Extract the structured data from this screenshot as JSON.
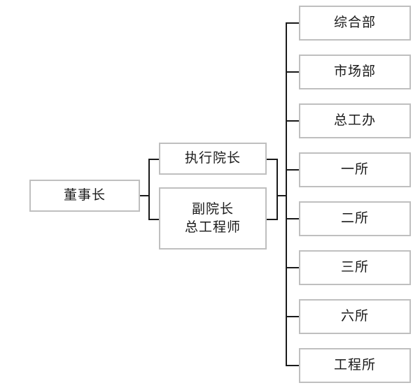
{
  "chart_data": {
    "type": "diagram",
    "title": "",
    "diagram_kind": "organizational-chart",
    "orientation": "left-to-right",
    "levels": 3,
    "colors": {
      "box_border": "#bfbfbf",
      "box_fill": "#ffffff",
      "connector": "#1a1a1a",
      "text": "#1a1a1a",
      "background": "#ffffff"
    },
    "nodes": [
      {
        "id": "chairman",
        "label": "董事长",
        "level": 1
      },
      {
        "id": "executive-dean",
        "label": "执行院长",
        "level": 2
      },
      {
        "id": "vice-dean-chief-engineer",
        "label": "副院长 总工程师",
        "level": 2
      },
      {
        "id": "general-affairs",
        "label": "综合部",
        "level": 3
      },
      {
        "id": "marketing",
        "label": "市场部",
        "level": 3
      },
      {
        "id": "chief-engineer-office",
        "label": "总工办",
        "level": 3
      },
      {
        "id": "institute-1",
        "label": "一所",
        "level": 3
      },
      {
        "id": "institute-2",
        "label": "二所",
        "level": 3
      },
      {
        "id": "institute-3",
        "label": "三所",
        "level": 3
      },
      {
        "id": "institute-6",
        "label": "六所",
        "level": 3
      },
      {
        "id": "engineering-institute",
        "label": "工程所",
        "level": 3
      }
    ],
    "edges": [
      {
        "from": "chairman",
        "to": "executive-dean"
      },
      {
        "from": "chairman",
        "to": "vice-dean-chief-engineer"
      },
      {
        "from": "executive-dean",
        "to": "general-affairs"
      },
      {
        "from": "executive-dean",
        "to": "marketing"
      },
      {
        "from": "executive-dean",
        "to": "chief-engineer-office"
      },
      {
        "from": "executive-dean",
        "to": "institute-1"
      },
      {
        "from": "executive-dean",
        "to": "institute-2"
      },
      {
        "from": "executive-dean",
        "to": "institute-3"
      },
      {
        "from": "executive-dean",
        "to": "institute-6"
      },
      {
        "from": "executive-dean",
        "to": "engineering-institute"
      },
      {
        "from": "vice-dean-chief-engineer",
        "to": "general-affairs"
      },
      {
        "from": "vice-dean-chief-engineer",
        "to": "marketing"
      },
      {
        "from": "vice-dean-chief-engineer",
        "to": "chief-engineer-office"
      },
      {
        "from": "vice-dean-chief-engineer",
        "to": "institute-1"
      },
      {
        "from": "vice-dean-chief-engineer",
        "to": "institute-2"
      },
      {
        "from": "vice-dean-chief-engineer",
        "to": "institute-3"
      },
      {
        "from": "vice-dean-chief-engineer",
        "to": "institute-6"
      },
      {
        "from": "vice-dean-chief-engineer",
        "to": "engineering-institute"
      }
    ]
  },
  "level1": {
    "chairman": "董事长"
  },
  "level2": {
    "executive_dean": "执行院长",
    "vice_dean_line1": "副院长",
    "vice_dean_line2": "总工程师"
  },
  "level3": {
    "departments": [
      {
        "label": "综合部"
      },
      {
        "label": "市场部"
      },
      {
        "label": "总工办"
      },
      {
        "label": "一所"
      },
      {
        "label": "二所"
      },
      {
        "label": "三所"
      },
      {
        "label": "六所"
      },
      {
        "label": "工程所"
      }
    ]
  }
}
